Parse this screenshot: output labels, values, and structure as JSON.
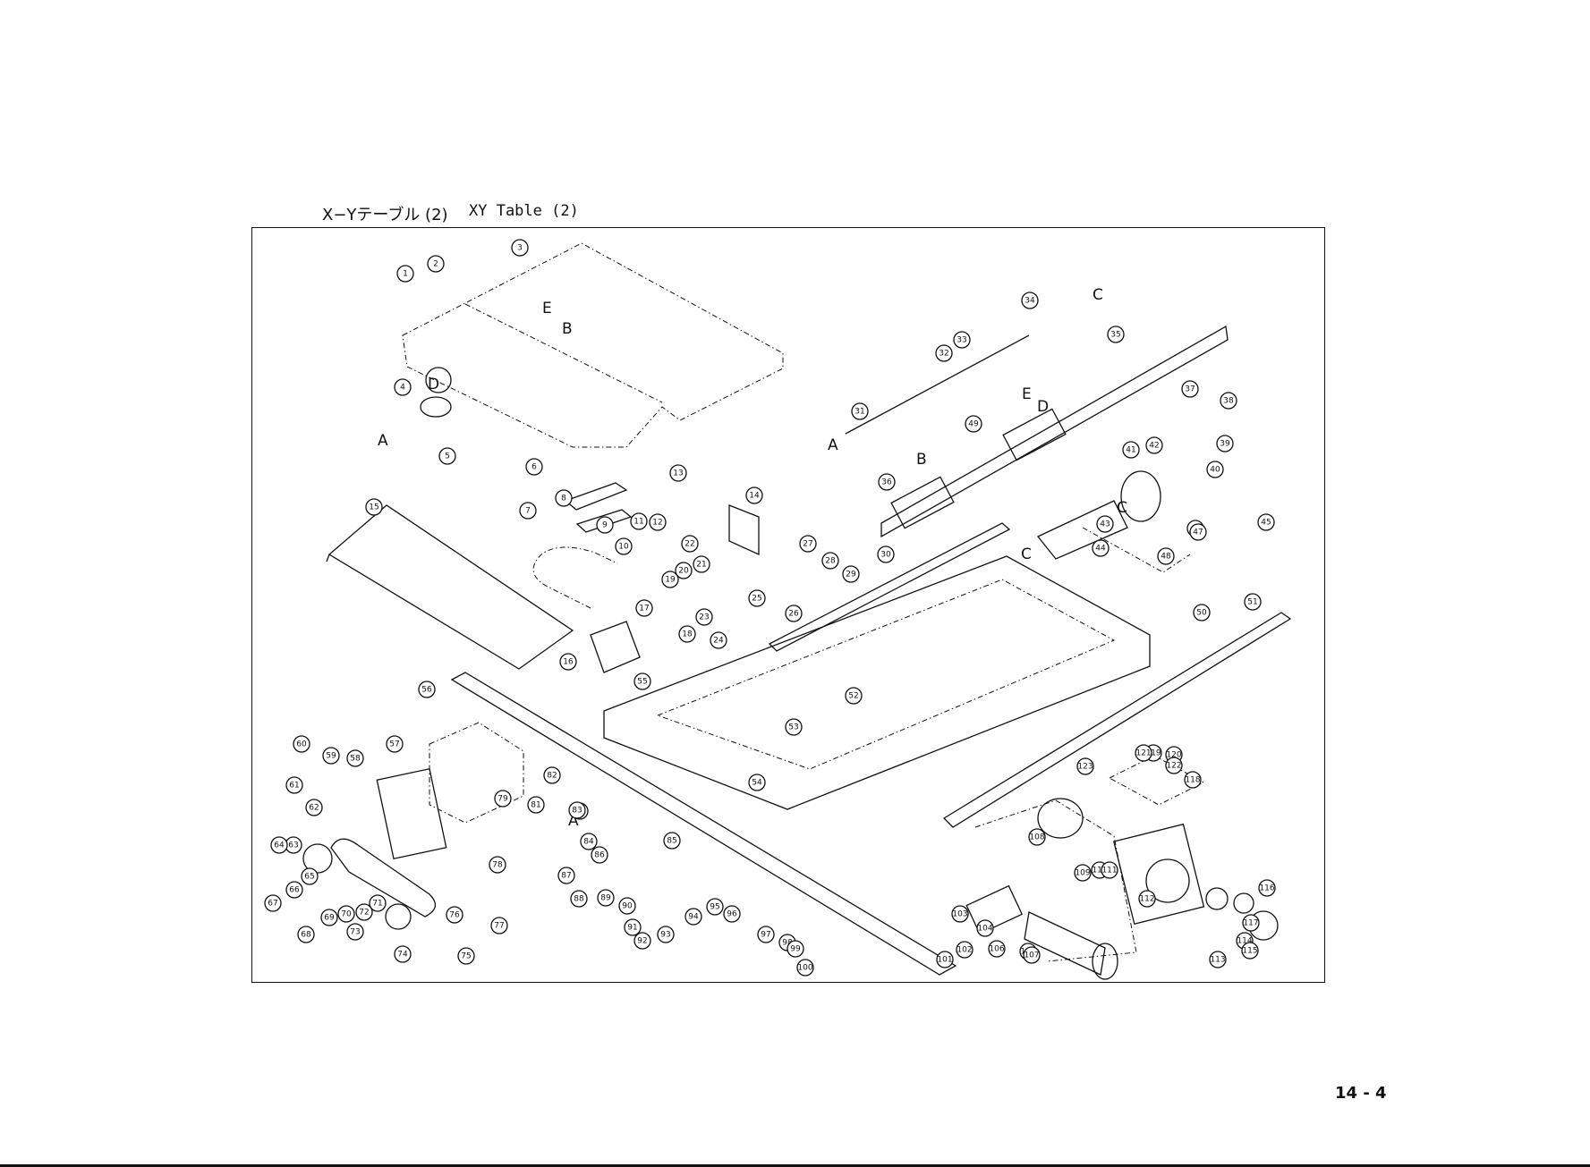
{
  "header": {
    "title_jp": "X−Yテーブル (2)",
    "title_en": "XY Table (2)"
  },
  "footer": {
    "page_number": "14 - 4"
  },
  "diagram": {
    "reference_letters": [
      "A",
      "B",
      "C",
      "D",
      "E",
      "A",
      "B",
      "C",
      "D",
      "E",
      "A",
      "C"
    ],
    "part_numbers": [
      "1",
      "2",
      "3",
      "4",
      "5",
      "6",
      "7",
      "8",
      "9",
      "10",
      "11",
      "12",
      "13",
      "14",
      "15",
      "16",
      "17",
      "18",
      "19",
      "20",
      "21",
      "22",
      "23",
      "24",
      "25",
      "26",
      "27",
      "28",
      "29",
      "30",
      "31",
      "32",
      "33",
      "34",
      "35",
      "36",
      "37",
      "38",
      "39",
      "40",
      "41",
      "42",
      "43",
      "44",
      "45",
      "46",
      "47",
      "48",
      "49",
      "50",
      "51",
      "52",
      "53",
      "54",
      "55",
      "56",
      "57",
      "58",
      "59",
      "60",
      "61",
      "62",
      "63",
      "64",
      "65",
      "66",
      "67",
      "68",
      "69",
      "70",
      "71",
      "72",
      "73",
      "74",
      "75",
      "76",
      "77",
      "78",
      "79",
      "80",
      "81",
      "82",
      "83",
      "84",
      "85",
      "86",
      "87",
      "88",
      "89",
      "90",
      "91",
      "92",
      "93",
      "94",
      "95",
      "96",
      "97",
      "98",
      "99",
      "100",
      "101",
      "102",
      "103",
      "104",
      "105",
      "106",
      "107",
      "108",
      "109",
      "110",
      "111",
      "112",
      "113",
      "114",
      "115",
      "116",
      "117",
      "118",
      "119",
      "120",
      "121",
      "122",
      "123"
    ]
  }
}
